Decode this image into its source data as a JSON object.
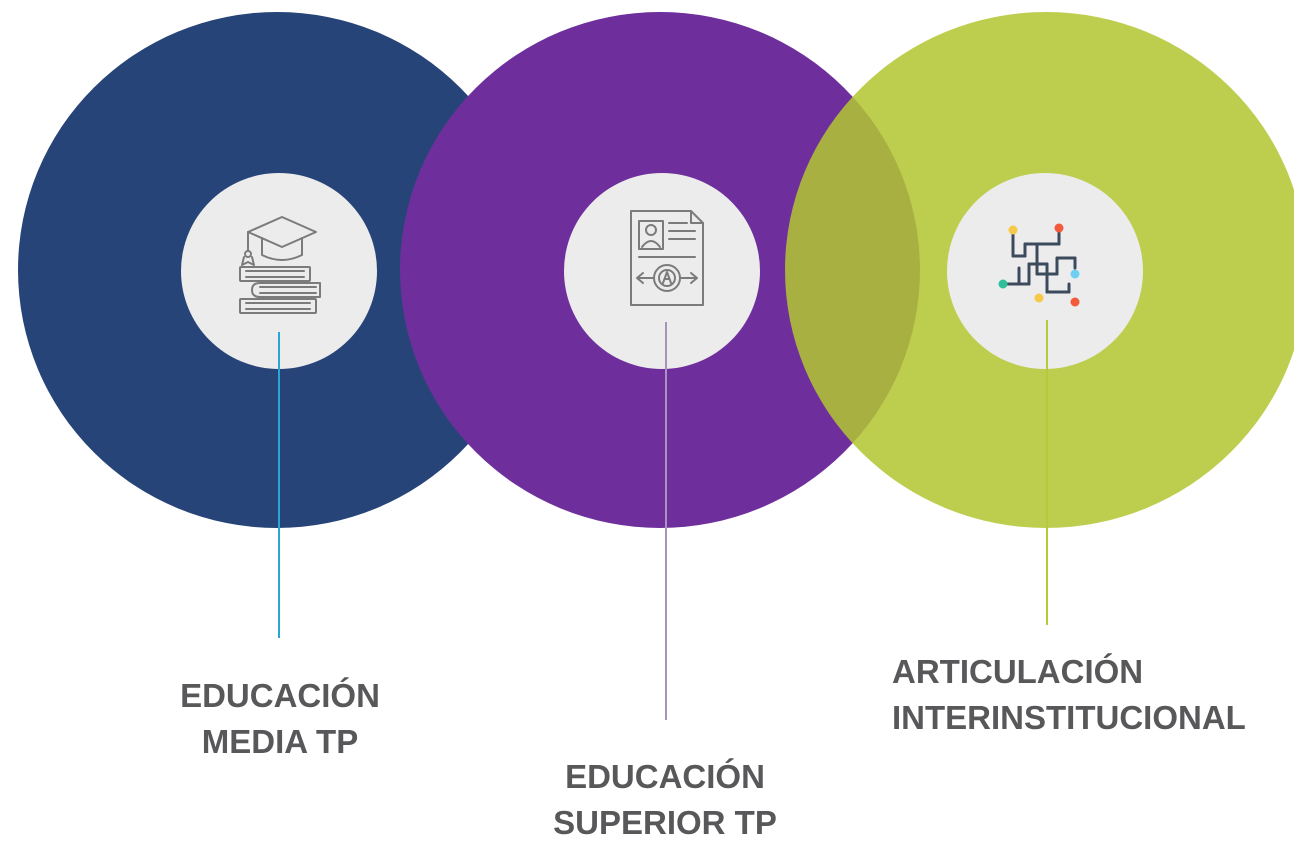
{
  "items": [
    {
      "label_line1": "EDUCACIÓN",
      "label_line2": "MEDIA TP",
      "circle_color": "#274478",
      "line_color": "#2aa6d6",
      "icon": "graduation-cap-books-icon"
    },
    {
      "label_line1": "EDUCACIÓN",
      "label_line2": "SUPERIOR TP",
      "circle_color": "#6e2f9d",
      "line_color": "#a893bd",
      "icon": "certificate-icon"
    },
    {
      "label_line1": "ARTICULACIÓN",
      "label_line2": "INTERINSTITUCIONAL",
      "circle_color": "#bccd4e",
      "line_color": "#b5c93c",
      "icon": "circuit-network-icon"
    }
  ]
}
